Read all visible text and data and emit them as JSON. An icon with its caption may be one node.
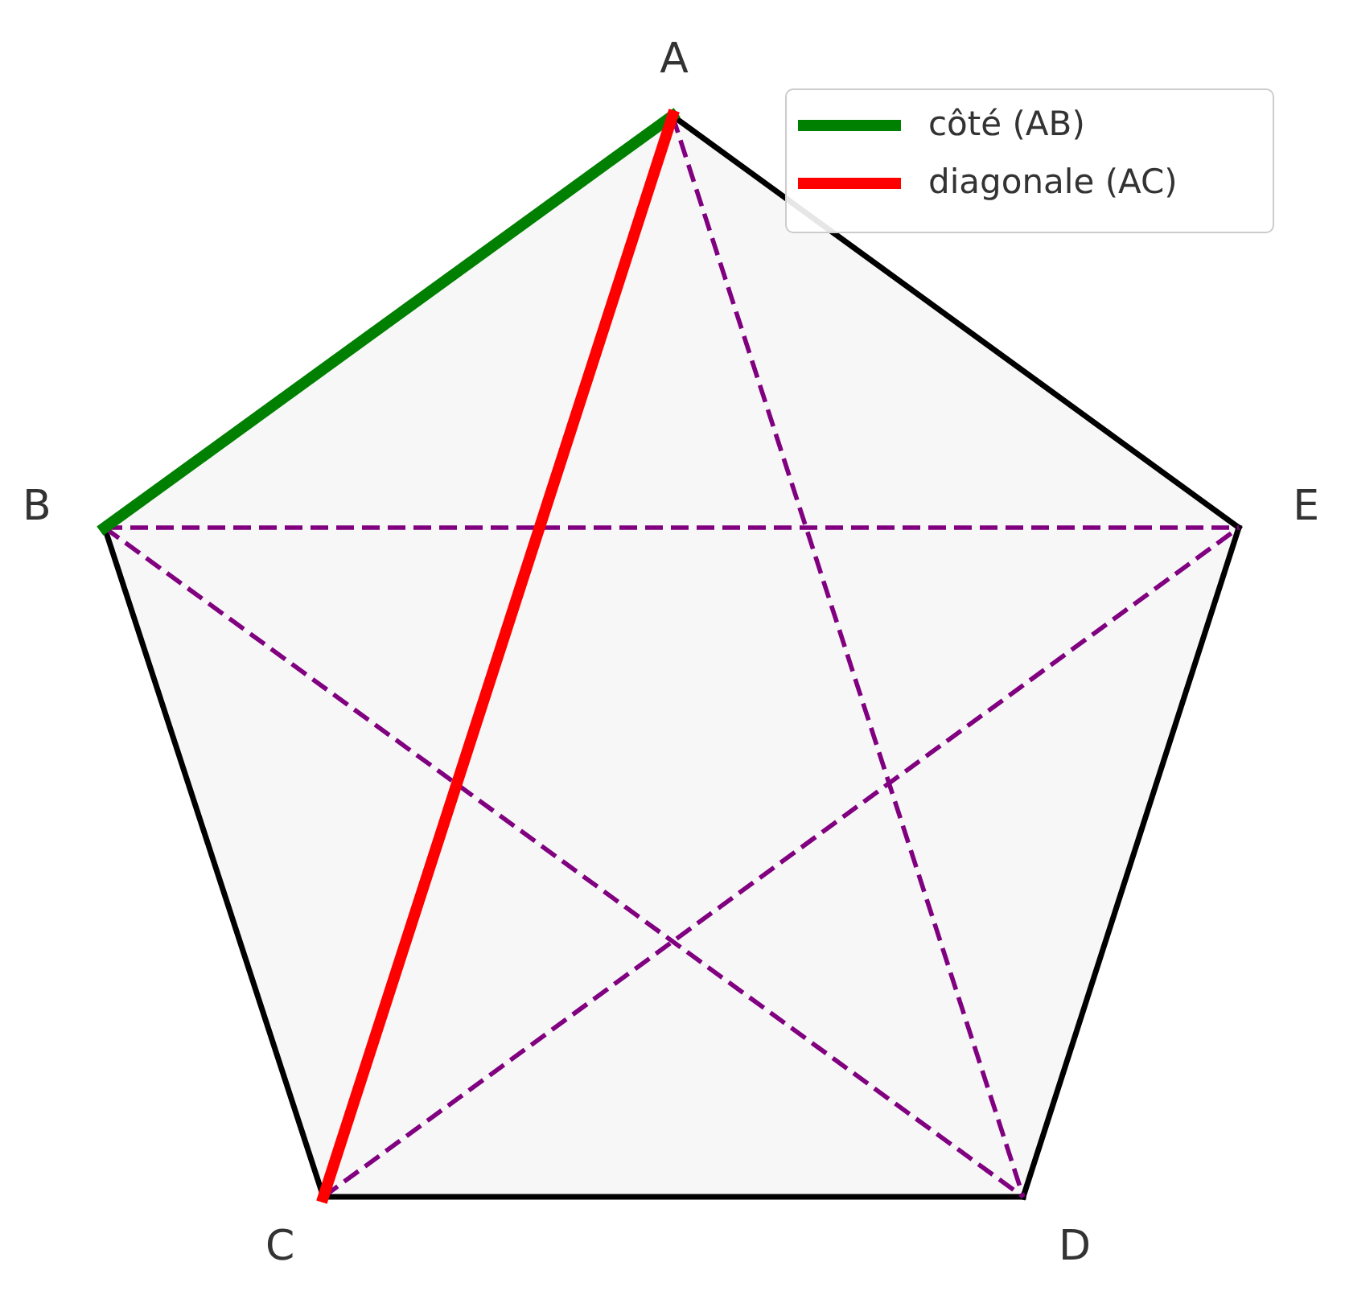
{
  "diagram": {
    "nodes": [
      {
        "text": [
          "A"
        ]
      },
      {
        "text": [
          "B"
        ]
      },
      {
        "text": [
          "C"
        ]
      },
      {
        "text": [
          "D"
        ]
      },
      {
        "text": [
          "E"
        ]
      }
    ],
    "edges": [
      {
        "from": 0,
        "to": 1,
        "arrow": "none",
        "style": "thick",
        "color": "#008000"
      },
      {
        "from": 1,
        "to": 2,
        "arrow": "none"
      },
      {
        "from": 2,
        "to": 3,
        "arrow": "none"
      },
      {
        "from": 3,
        "to": 4,
        "arrow": "none"
      },
      {
        "from": 4,
        "to": 0,
        "arrow": "none"
      },
      {
        "from": 0,
        "to": 2,
        "arrow": "none",
        "style": "thick",
        "color": "#ff0000"
      },
      {
        "from": 0,
        "to": 3,
        "arrow": "none",
        "style": "dashed",
        "color": "#800080"
      },
      {
        "from": 1,
        "to": 4,
        "arrow": "none",
        "style": "dashed",
        "color": "#800080"
      },
      {
        "from": 1,
        "to": 3,
        "arrow": "none",
        "style": "dashed",
        "color": "#800080"
      },
      {
        "from": 2,
        "to": 4,
        "arrow": "none",
        "style": "dashed",
        "color": "#800080"
      }
    ],
    "legend": [
      {
        "text": "côté (AB)"
      },
      {
        "text": "diagonale (AC)"
      }
    ]
  }
}
